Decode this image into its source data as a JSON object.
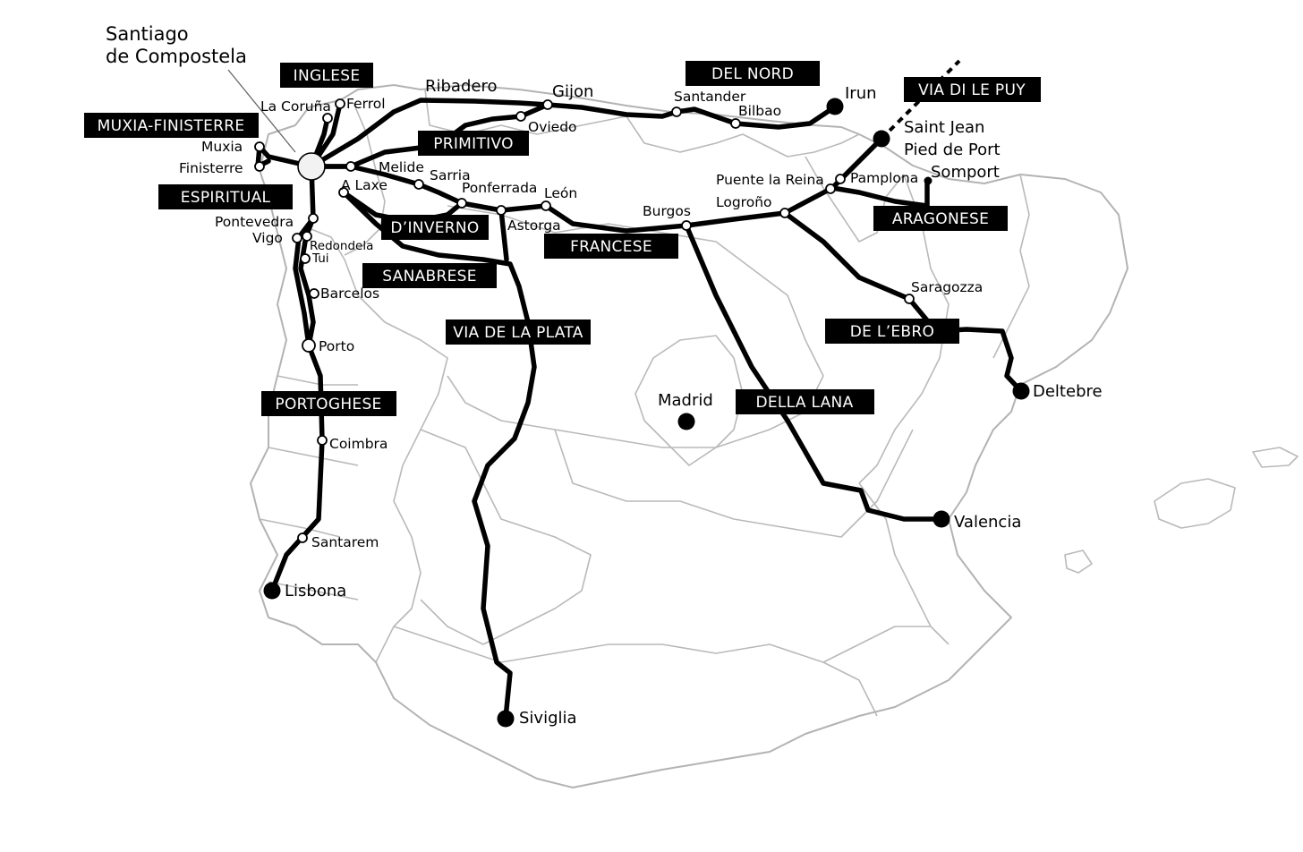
{
  "map": {
    "hub": {
      "name_line1": "Santiago",
      "name_line2": "de Compostela"
    },
    "routes": [
      {
        "id": "inglese",
        "label": "INGLESE"
      },
      {
        "id": "muxia-finisterre",
        "label": "MUXIA-FINISTERRE"
      },
      {
        "id": "espiritual",
        "label": "ESPIRITUAL"
      },
      {
        "id": "primitivo",
        "label": "PRIMITIVO"
      },
      {
        "id": "dinverno",
        "label": "D’INVERNO"
      },
      {
        "id": "sanabrese",
        "label": "SANABRESE"
      },
      {
        "id": "via-de-la-plata",
        "label": "VIA DE LA PLATA"
      },
      {
        "id": "portoghese",
        "label": "PORTOGHESE"
      },
      {
        "id": "francese",
        "label": "FRANCESE"
      },
      {
        "id": "del-nord",
        "label": "DEL NORD"
      },
      {
        "id": "via-di-le-puy",
        "label": "VIA DI LE PUY"
      },
      {
        "id": "aragonese",
        "label": "ARAGONESE"
      },
      {
        "id": "de-lebro",
        "label": "DE L’EBRO"
      },
      {
        "id": "della-lana",
        "label": "DELLA LANA"
      }
    ],
    "towns": {
      "ferrol": "Ferrol",
      "la_coruna": "La Coruña",
      "muxia": "Muxia",
      "finisterre": "Finisterre",
      "ribadero": "Ribadero",
      "gijon": "Gijon",
      "oviedo": "Oviedo",
      "santander": "Santander",
      "bilbao": "Bilbao",
      "irun": "Irun",
      "saint_jean_1": "Saint Jean",
      "saint_jean_2": "Pied de Port",
      "somport": "Somport",
      "pamplona": "Pamplona",
      "puente_la_reina": "Puente la Reina",
      "logrono": "Logroño",
      "burgos": "Burgos",
      "leon": "León",
      "astorga": "Astorga",
      "ponferrada": "Ponferrada",
      "sarria": "Sarria",
      "melide": "Melide",
      "a_laxe": "A Laxe",
      "pontevedra": "Pontevedra",
      "vigo": "Vigo",
      "redondela": "Redondela",
      "tui": "Tui",
      "barcelos": "Barcelos",
      "porto": "Porto",
      "coimbra": "Coimbra",
      "santarem": "Santarem",
      "lisbona": "Lisbona",
      "siviglia": "Siviglia",
      "madrid": "Madrid",
      "saragozza": "Saragozza",
      "deltebre": "Deltebre",
      "valencia": "Valencia"
    }
  }
}
